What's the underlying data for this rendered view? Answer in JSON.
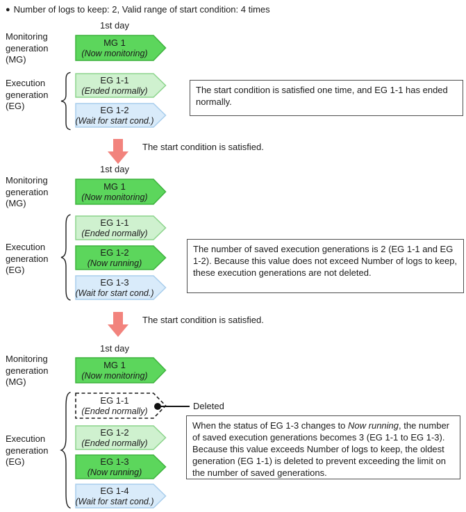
{
  "header": {
    "marker": "●",
    "text": "Number of logs to keep: 2, Valid range of start condition: 4 times"
  },
  "colors": {
    "arrowBright": "#5cd65c",
    "arrowBrightBorder": "#3db23d",
    "arrowLight": "#cff1cf",
    "arrowLightBorder": "#8bd48b",
    "arrowBlue": "#d9ebfa",
    "arrowBlueBorder": "#a8cdec",
    "dashedBorder": "#1a1a1a",
    "pinkArrow": "#f2837d",
    "boxBorder": "#4d4d4d",
    "textColor": "#1a1a1a"
  },
  "panels": [
    {
      "day": "1st day",
      "mg_label": [
        "Monitoring",
        "generation",
        "(MG)"
      ],
      "eg_label": [
        "Execution",
        "generation",
        "(EG)"
      ],
      "mg": {
        "title": "MG 1",
        "status": "(Now monitoring)"
      },
      "egs": [
        {
          "title": "EG 1-1",
          "status": "(Ended normally)"
        },
        {
          "title": "EG 1-2",
          "status": "(Wait for start cond.)"
        }
      ],
      "note": "The start condition is satisfied one time, and EG 1-1 has ended normally."
    },
    {
      "day": "1st day",
      "mg_label": [
        "Monitoring",
        "generation",
        "(MG)"
      ],
      "eg_label": [
        "Execution",
        "generation",
        "(EG)"
      ],
      "mg": {
        "title": "MG 1",
        "status": "(Now monitoring)"
      },
      "egs": [
        {
          "title": "EG 1-1",
          "status": "(Ended normally)"
        },
        {
          "title": "EG 1-2",
          "status": "(Now running)"
        },
        {
          "title": "EG 1-3",
          "status": "(Wait for start cond.)"
        }
      ],
      "note": "The number of saved execution generations is 2 (EG 1-1 and EG 1-2). Because this value does not exceed Number of logs to keep, these execution generations are not deleted."
    },
    {
      "day": "1st day",
      "mg_label": [
        "Monitoring",
        "generation",
        "(MG)"
      ],
      "eg_label": [
        "Execution",
        "generation",
        "(EG)"
      ],
      "mg": {
        "title": "MG 1",
        "status": "(Now monitoring)"
      },
      "egs": [
        {
          "title": "EG 1-1",
          "status": "(Ended normally)"
        },
        {
          "title": "EG 1-2",
          "status": "(Ended normally)"
        },
        {
          "title": "EG 1-3",
          "status": "(Now running)"
        },
        {
          "title": "EG 1-4",
          "status": "(Wait for start cond.)"
        }
      ],
      "deleted_label": "Deleted",
      "note_parts": {
        "pre": "When the status of EG 1-3 changes to ",
        "em": "Now running",
        "post": ", the number of saved execution generations becomes 3 (EG 1-1 to EG 1-3). Because this value exceeds Number of logs to keep, the oldest generation (EG 1-1) is deleted to prevent exceeding the limit on the number of saved generations."
      }
    }
  ],
  "dividers": [
    {
      "text": "The start condition is satisfied."
    },
    {
      "text": "The start condition is satisfied."
    }
  ]
}
